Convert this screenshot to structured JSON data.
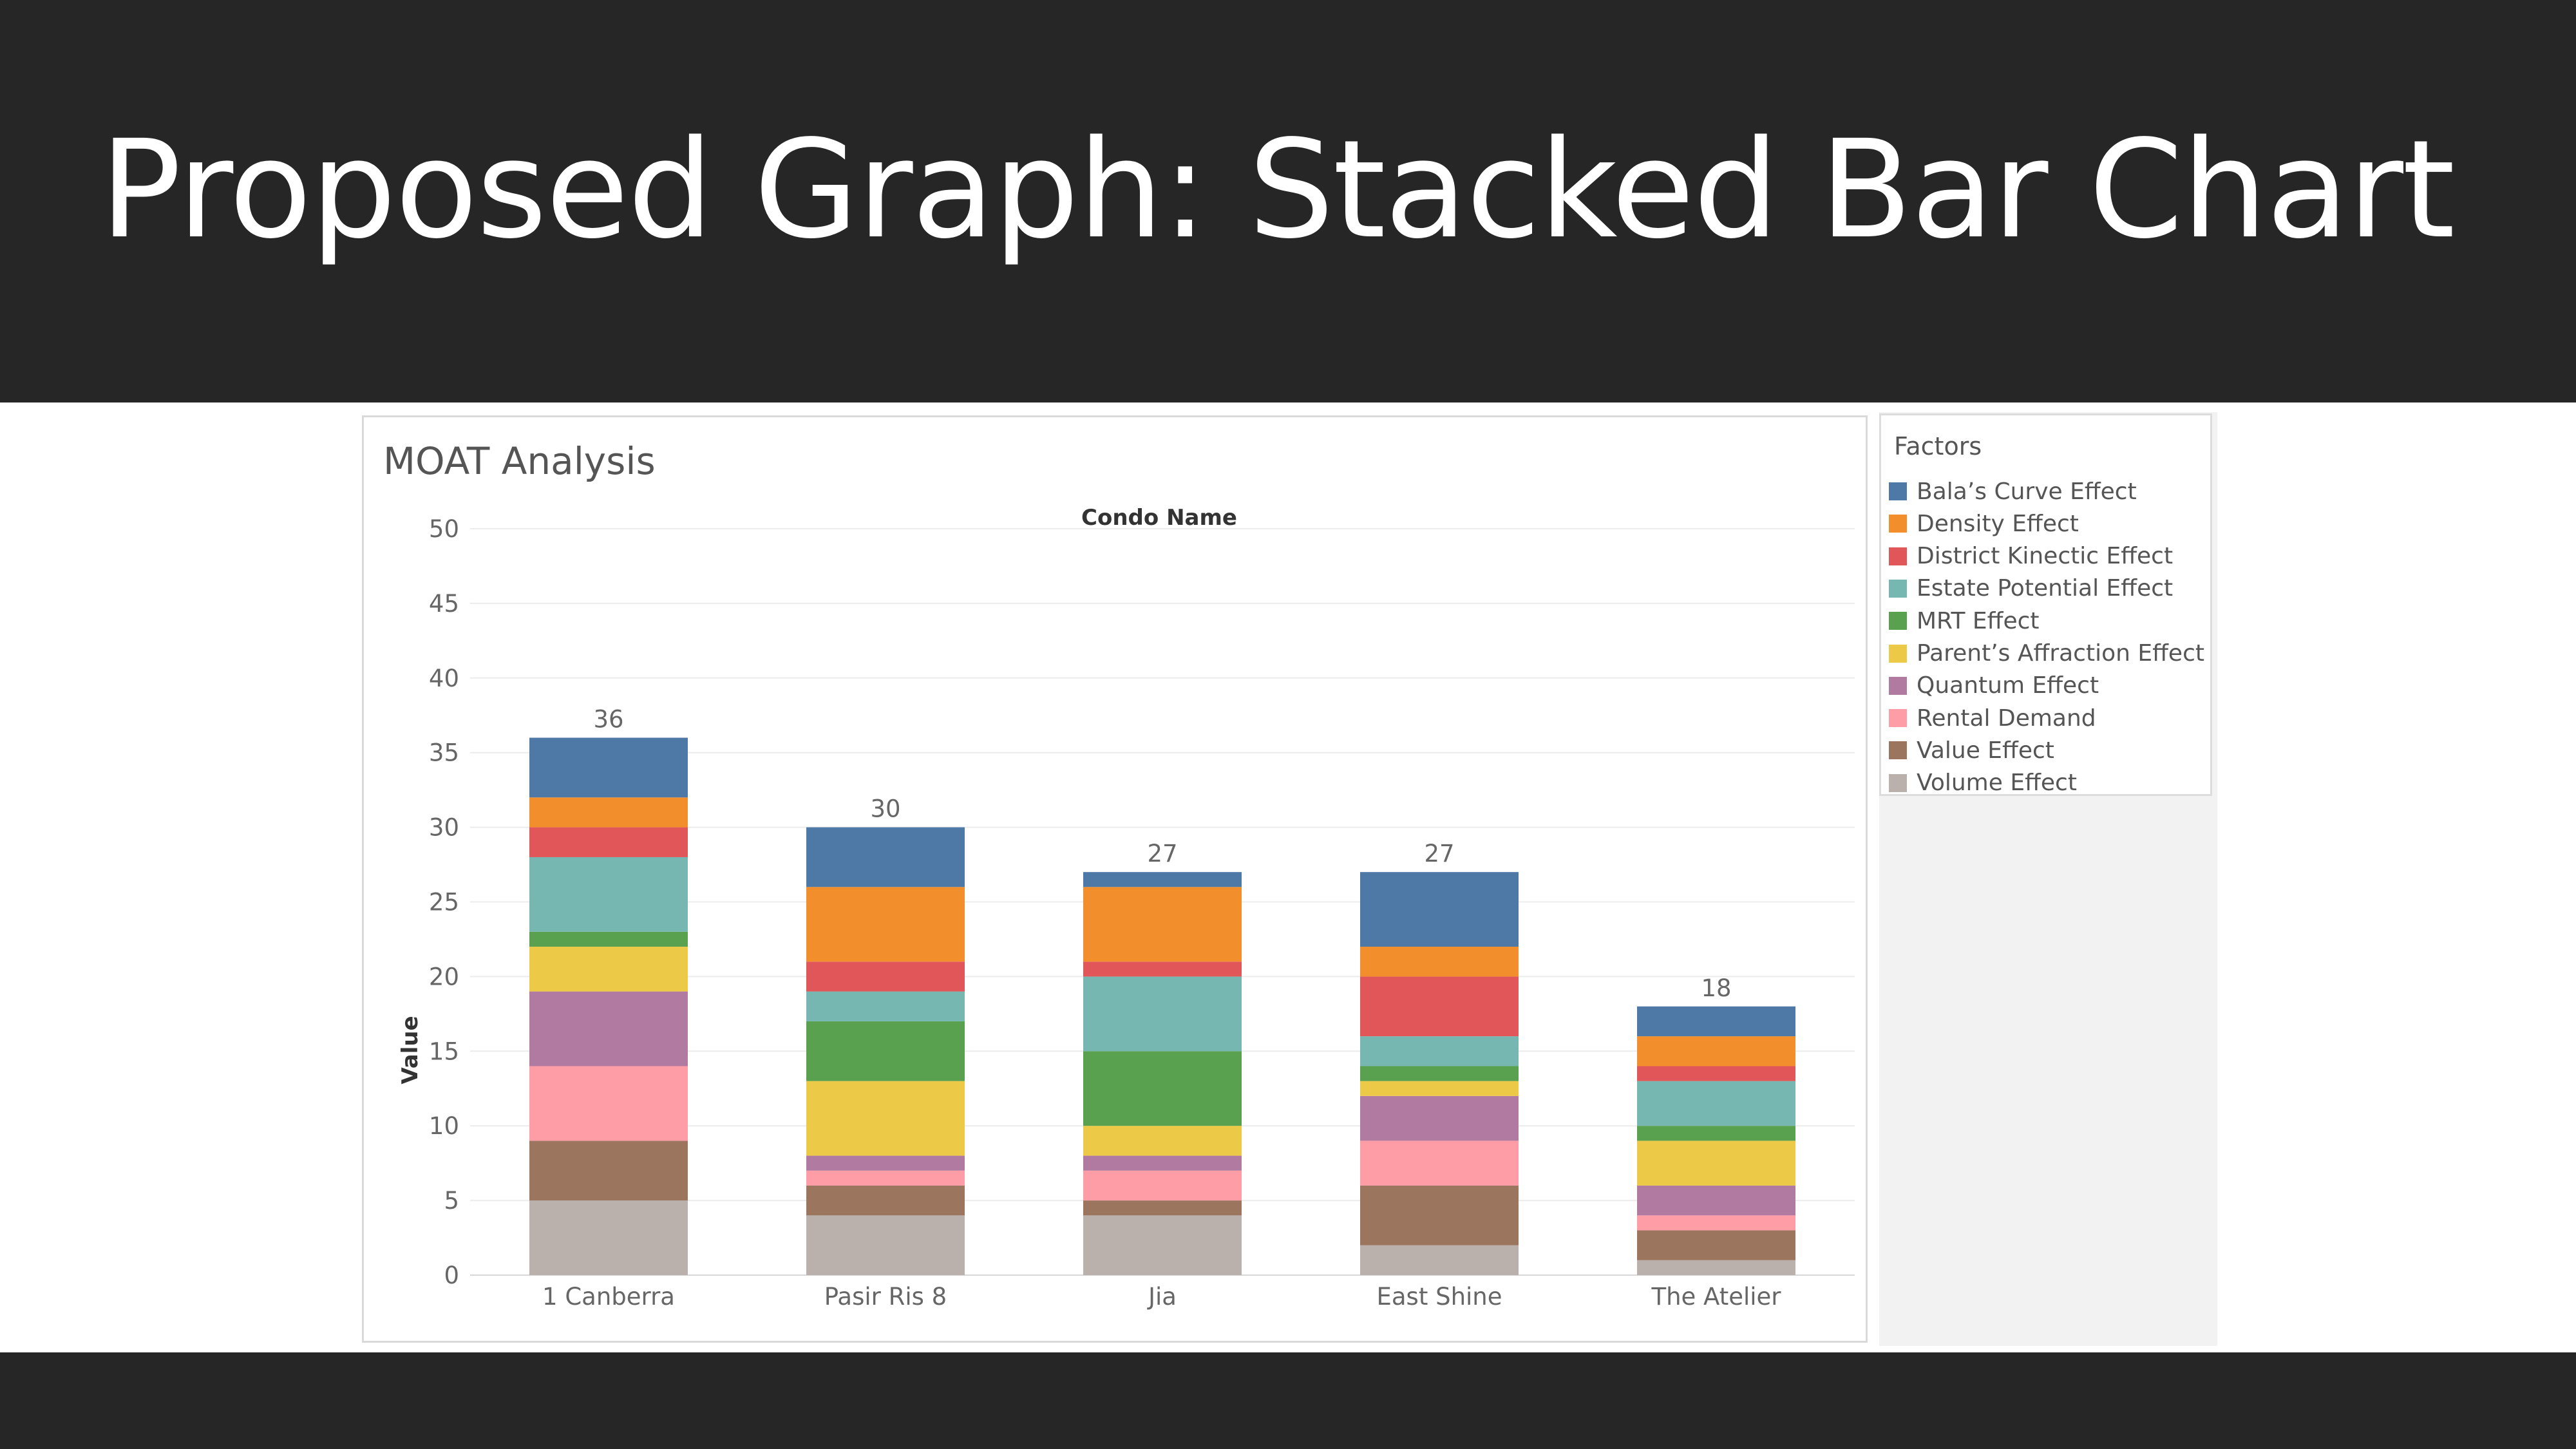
{
  "slide": {
    "title": "Proposed Graph: Stacked Bar Chart"
  },
  "chart_data": {
    "type": "bar",
    "stacked": true,
    "title": "MOAT Analysis",
    "xlabel": "Condo Name",
    "ylabel": "Value",
    "ylim": [
      0,
      50
    ],
    "yticks": [
      0,
      5,
      10,
      15,
      20,
      25,
      30,
      35,
      40,
      45,
      50
    ],
    "grid": true,
    "legend_title": "Factors",
    "legend_position": "right",
    "categories": [
      "1 Canberra",
      "Pasir Ris 8",
      "Jia",
      "East Shine",
      "The Atelier"
    ],
    "totals": [
      36,
      30,
      27,
      27,
      18
    ],
    "series": [
      {
        "name": "Volume Effect",
        "color": "#bab0ac",
        "values": [
          5,
          4,
          4,
          2,
          1
        ]
      },
      {
        "name": "Value Effect",
        "color": "#9c755f",
        "values": [
          4,
          2,
          1,
          4,
          2
        ]
      },
      {
        "name": "Rental Demand",
        "color": "#ff9da7",
        "values": [
          5,
          1,
          2,
          3,
          1
        ]
      },
      {
        "name": "Quantum Effect",
        "color": "#b07aa1",
        "values": [
          5,
          1,
          1,
          3,
          2
        ]
      },
      {
        "name": "Parent's Affraction Effect",
        "color": "#edc948",
        "values": [
          3,
          5,
          2,
          1,
          3
        ]
      },
      {
        "name": "MRT Effect",
        "color": "#59a14f",
        "values": [
          1,
          4,
          5,
          1,
          1
        ]
      },
      {
        "name": "Estate Potential Effect",
        "color": "#76b7b2",
        "values": [
          5,
          2,
          5,
          2,
          3
        ]
      },
      {
        "name": "District Kinectic Effect",
        "color": "#e15759",
        "values": [
          2,
          2,
          1,
          4,
          1
        ]
      },
      {
        "name": "Density Effect",
        "color": "#f28e2b",
        "values": [
          2,
          5,
          5,
          2,
          2
        ]
      },
      {
        "name": "Bala's Curve Effect",
        "color": "#4e79a7",
        "values": [
          4,
          4,
          1,
          5,
          2
        ]
      }
    ]
  },
  "legend": {
    "title": "Factors",
    "items": [
      {
        "label": "Bala’s Curve Effect",
        "color": "#4e79a7"
      },
      {
        "label": "Density Effect",
        "color": "#f28e2b"
      },
      {
        "label": "District Kinectic Effect",
        "color": "#e15759"
      },
      {
        "label": "Estate Potential Effect",
        "color": "#76b7b2"
      },
      {
        "label": "MRT Effect",
        "color": "#59a14f"
      },
      {
        "label": "Parent’s Affraction Effect",
        "color": "#edc948"
      },
      {
        "label": "Quantum Effect",
        "color": "#b07aa1"
      },
      {
        "label": "Rental Demand",
        "color": "#ff9da7"
      },
      {
        "label": "Value Effect",
        "color": "#9c755f"
      },
      {
        "label": "Volume Effect",
        "color": "#bab0ac"
      }
    ]
  }
}
